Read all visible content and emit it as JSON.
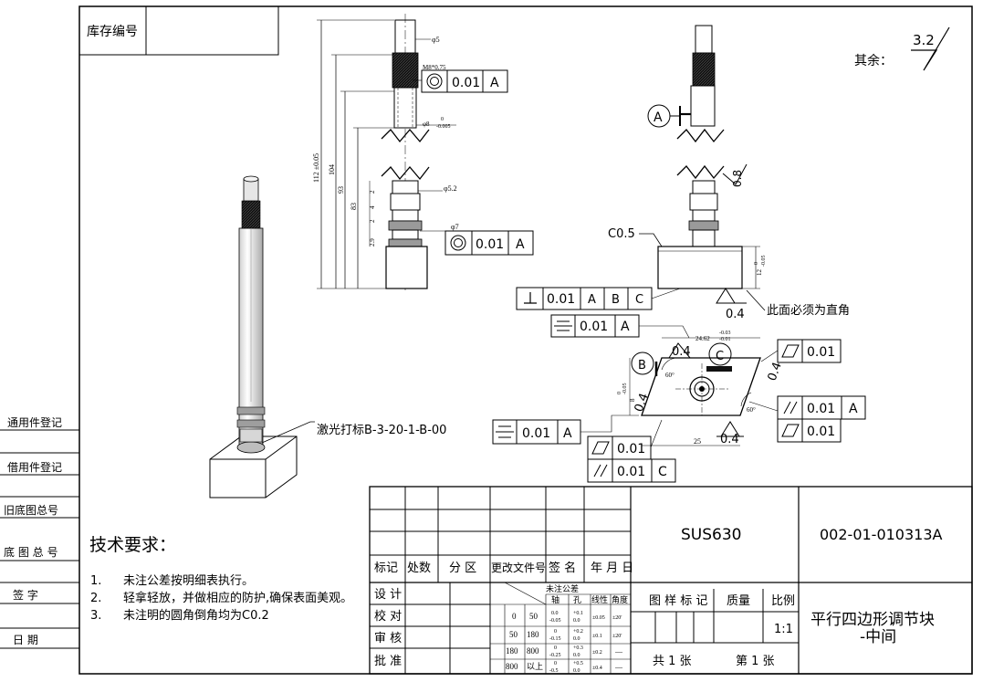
{
  "stock_no": {
    "label": "库存编号",
    "value": ""
  },
  "roughness_else": {
    "label": "其余：",
    "value": "3.2"
  },
  "side_labels": [
    "通用件登记",
    "借用件登记",
    "旧底图总号",
    "底 图 总 号",
    "签  字",
    "日  期"
  ],
  "dims": {
    "d5": "φ5",
    "m8": "M8*0.75",
    "d8": "φ8",
    "d8_tol_upper": "0",
    "d8_tol_lower": "-0.005",
    "d52": "φ5.2",
    "d7": "φ7",
    "len_112": "112 ±0.05",
    "len_104": "104",
    "len_93": "93",
    "len_83": "83",
    "small_2a": "2",
    "small_4": "4",
    "small_2b": "2",
    "small_29": "2.9",
    "r_08": "0.8",
    "h_12": "12",
    "h_12_tol_upper": "0",
    "h_12_tol_lower": "-0.05",
    "w_2462": "24.62",
    "w_2462_tol_upper": "-0.03",
    "w_2462_tol_lower": "-0.01",
    "w_25": "25",
    "w_8": "8",
    "w_8_tol_upper": "0",
    "w_8_tol_lower": "-0.05",
    "ang_60": "60°",
    "ang_60b": "60°"
  },
  "gdt": {
    "concentric_1": {
      "value": "0.01",
      "datum": "A"
    },
    "concentric_2": {
      "value": "0.01",
      "datum": "A"
    },
    "perp": {
      "value": "0.01",
      "datums": [
        "A",
        "B",
        "C"
      ]
    },
    "sym_1": {
      "value": "0.01",
      "datum": "A"
    },
    "sym_2": {
      "value": "0.01",
      "datum": "A"
    },
    "flat_1": {
      "value": "0.01"
    },
    "flat_2": {
      "value": "0.01"
    },
    "flat_3": {
      "value": "0.01"
    },
    "par_1": {
      "value": "0.01",
      "datum": "A"
    },
    "par_2": {
      "value": "0.01",
      "datum": "C"
    }
  },
  "datum_labels": [
    "A",
    "B",
    "C"
  ],
  "roughness_marks": [
    "0.4",
    "0.4",
    "0.4",
    "0.4",
    "0.4"
  ],
  "chamfer": "C0.5",
  "right_angle_note": "此面必须为直角",
  "laser_note": "激光打标B-3-20-1-B-00",
  "tech_req": {
    "title": "技术要求：",
    "items": [
      {
        "no": "1.",
        "text": "未注公差按明细表执行。"
      },
      {
        "no": "2.",
        "text": "轻拿轻放，并做相应的防护,确保表面美观。"
      },
      {
        "no": "3.",
        "text": "未注明的圆角倒角均为C0.2"
      }
    ]
  },
  "title_block": {
    "material": "SUS630",
    "drawing_no": "002-01-010313A",
    "part_name_1": "平行四边形调节块",
    "part_name_2": "-中间",
    "rev_headers": [
      "标记",
      "处数",
      "分 区",
      "更改文件号",
      "签 名",
      "年 月 日"
    ],
    "roles": [
      "设 计",
      "校 对",
      "审 核",
      "批 准"
    ],
    "tol_title": "未注公差",
    "tol_headers": [
      "轴",
      "孔",
      "线性",
      "角度"
    ],
    "tol_rows": [
      {
        "from": "0",
        "to": "50",
        "shaft": [
          "0.0",
          "-0.05"
        ],
        "hole": [
          "+0.1",
          "0.0"
        ],
        "linear": "±0.05",
        "angle": "±20′"
      },
      {
        "from": "50",
        "to": "180",
        "shaft": [
          "0",
          "-0.15"
        ],
        "hole": [
          "+0.2",
          "0.0"
        ],
        "linear": "±0.1",
        "angle": "±20′"
      },
      {
        "from": "180",
        "to": "800",
        "shaft": [
          "0",
          "-0.25"
        ],
        "hole": [
          "+0.3",
          "0.0"
        ],
        "linear": "±0.2",
        "angle": "—"
      },
      {
        "from": "800",
        "to": "以上",
        "shaft": [
          "0",
          "-0.5"
        ],
        "hole": [
          "+0.5",
          "0.0"
        ],
        "linear": "±0.4",
        "angle": "—"
      }
    ],
    "sample_mark": "图 样 标 记",
    "mass": "质量",
    "scale_label": "比例",
    "scale": "1:1",
    "total_sheets": "共  1  张",
    "sheet_no": "第 1 张"
  }
}
